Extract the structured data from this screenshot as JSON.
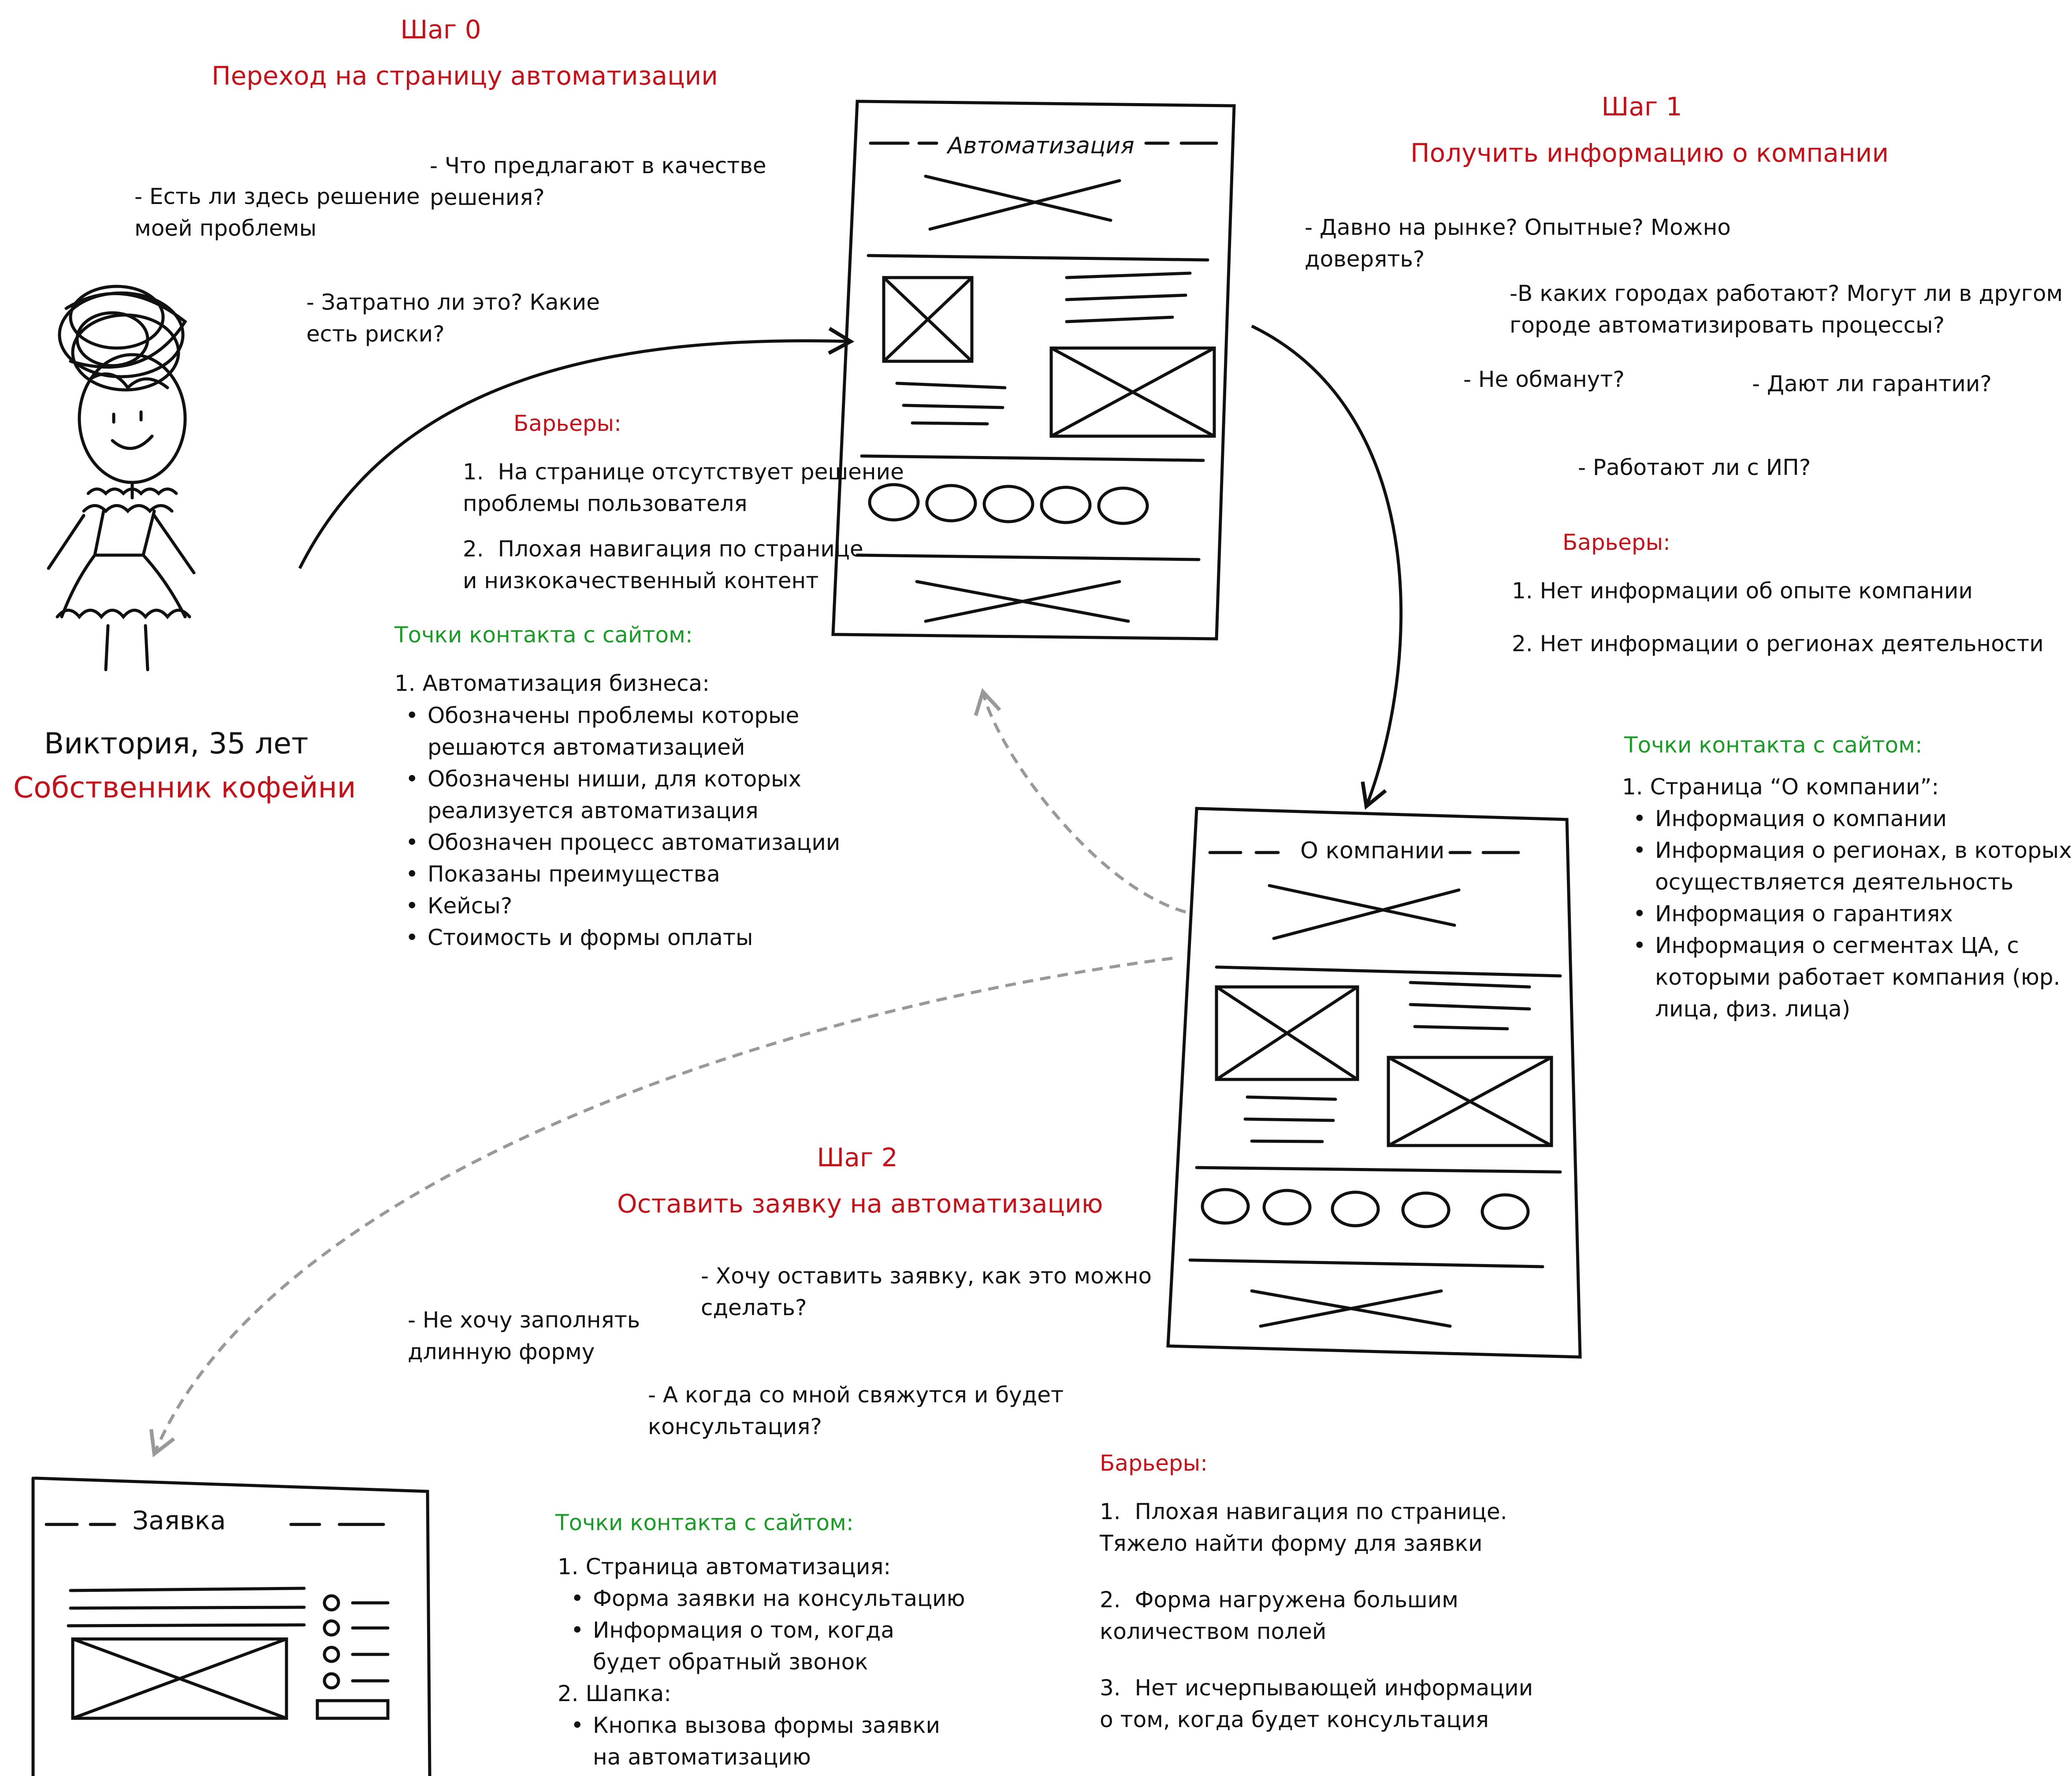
{
  "persona": {
    "name": "Виктория, 35 лет",
    "role": "Собственник кофейни"
  },
  "labels": {
    "barriers": "Барьеры:",
    "touchpoints": "Точки контакта с сайтом:"
  },
  "wireframes": {
    "automation": "Автоматизация",
    "about": "О компании",
    "request": "Заявка"
  },
  "colors": {
    "accent": "#c0141c",
    "touchpoint": "#1e9a2a",
    "ink": "#111111",
    "dashed": "#999999"
  },
  "step0": {
    "step": "Шаг 0",
    "title": "Переход на страницу автоматизации",
    "thoughts": [
      "- Есть ли здесь решение\nмоей проблемы",
      "- Что предлагают в качестве\nрешения?",
      "- Затратно ли это? Какие\nесть риски?"
    ],
    "barriers": [
      "1.  На странице отсутствует решение\nпроблемы пользователя",
      "2.  Плохая навигация по странице\nи низкокачественный контент"
    ],
    "touch_header": "1. Автоматизация бизнеса:",
    "touch_items": [
      "Обозначены проблемы которые\nрешаются автоматизацией",
      "Обозначены ниши, для которых\nреализуется автоматизация",
      "Обозначен процесс автоматизации",
      "Показаны преимущества",
      "Кейсы?",
      "Стоимость и формы оплаты"
    ]
  },
  "step1": {
    "step": "Шаг 1",
    "title": "Получить информацию о компании",
    "thoughts": [
      "- Давно на рынке? Опытные? Можно\nдоверять?",
      "-В каких городах работают? Могут ли в другом\nгороде автоматизировать процессы?",
      "- Не обманут?",
      "- Дают ли гарантии?",
      "- Работают ли с ИП?"
    ],
    "barriers": [
      "1.  Нет информации об опыте компании",
      "2. Нет информации о регионах деятельности"
    ],
    "touch_header": "1.  Страница “О компании”:",
    "touch_items": [
      "Информация о компании",
      "Информация о регионах, в которых\nосуществляется деятельность",
      "Информация о гарантиях",
      "Информация о сегментах ЦА, с\nкоторыми работает компания (юр.\nлица, физ. лица)"
    ]
  },
  "step2": {
    "step": "Шаг 2",
    "title": "Оставить заявку на автоматизацию",
    "thoughts": [
      "- Хочу оставить заявку, как это можно\nсделать?",
      "- Не хочу заполнять\nдлинную форму",
      "- А когда со мной свяжутся и будет\nконсультация?"
    ],
    "barriers": [
      "1.  Плохая навигация по странице.\nТяжело найти форму для заявки",
      "2.  Форма нагружена большим\nколичеством полей",
      "3.  Нет исчерпывающей информации\nо том, когда будет консультация"
    ],
    "touch_groups": [
      {
        "header": "1.  Страница автоматизация:",
        "items": [
          "Форма заявки на консультацию",
          "Информация о том, когда\nбудет обратный звонок"
        ]
      },
      {
        "header": "2.  Шапка:",
        "items": [
          "Кнопка вызова формы заявки\nна автоматизацию"
        ]
      }
    ]
  }
}
